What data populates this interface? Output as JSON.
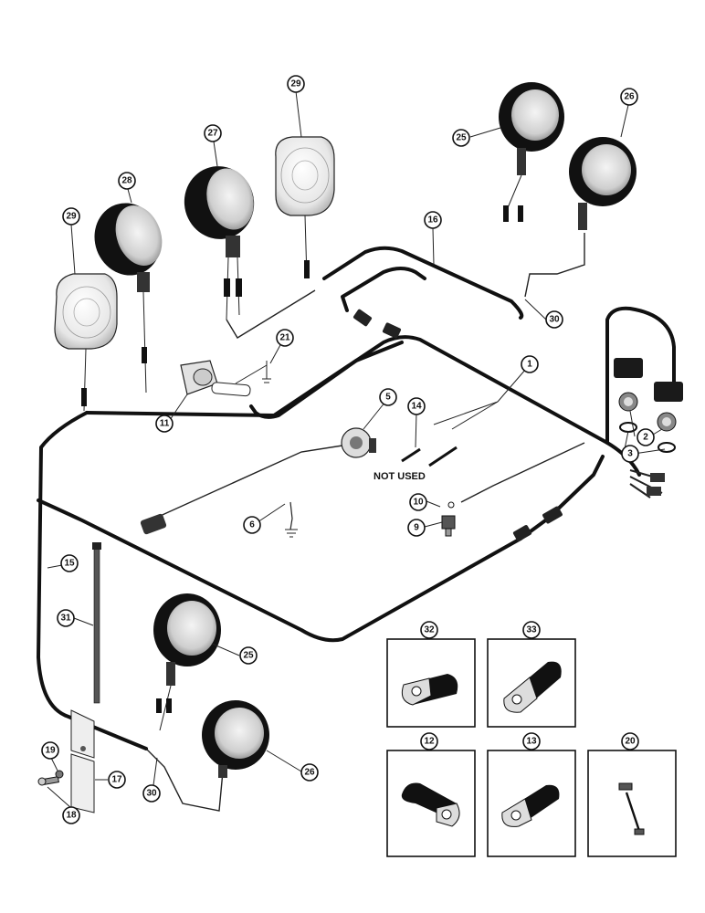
{
  "annotations": {
    "not_used": "NOT USED"
  },
  "callouts": [
    {
      "key": "c29a",
      "label": "29"
    },
    {
      "key": "c28",
      "label": "28"
    },
    {
      "key": "c27",
      "label": "27"
    },
    {
      "key": "c29b",
      "label": "29"
    },
    {
      "key": "c25a",
      "label": "25"
    },
    {
      "key": "c26a",
      "label": "26"
    },
    {
      "key": "c16",
      "label": "16"
    },
    {
      "key": "c30a",
      "label": "30"
    },
    {
      "key": "c21",
      "label": "21"
    },
    {
      "key": "c11",
      "label": "11"
    },
    {
      "key": "c5",
      "label": "5"
    },
    {
      "key": "c14",
      "label": "14"
    },
    {
      "key": "c1",
      "label": "1"
    },
    {
      "key": "c2",
      "label": "2"
    },
    {
      "key": "c3",
      "label": "3"
    },
    {
      "key": "c6",
      "label": "6"
    },
    {
      "key": "c10",
      "label": "10"
    },
    {
      "key": "c9",
      "label": "9"
    },
    {
      "key": "c15",
      "label": "15"
    },
    {
      "key": "c31",
      "label": "31"
    },
    {
      "key": "c25b",
      "label": "25"
    },
    {
      "key": "c26b",
      "label": "26"
    },
    {
      "key": "c19",
      "label": "19"
    },
    {
      "key": "c17",
      "label": "17"
    },
    {
      "key": "c18",
      "label": "18"
    },
    {
      "key": "c30b",
      "label": "30"
    },
    {
      "key": "c32",
      "label": "32"
    },
    {
      "key": "c33",
      "label": "33"
    },
    {
      "key": "c12",
      "label": "12"
    },
    {
      "key": "c13",
      "label": "13"
    },
    {
      "key": "c20",
      "label": "20"
    }
  ]
}
